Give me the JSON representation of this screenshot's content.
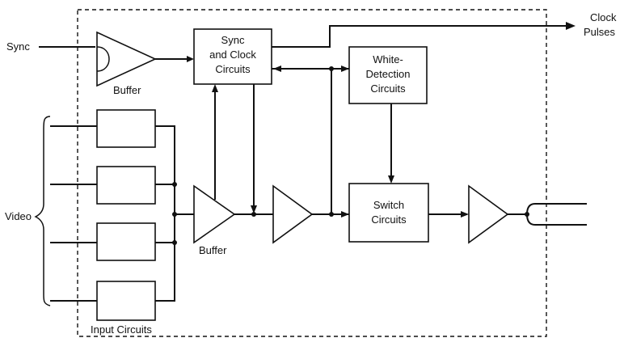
{
  "labels": {
    "sync_input": "Sync",
    "buffer_top": "Buffer",
    "sync_clock_line1": "Sync",
    "sync_clock_line2": "and Clock",
    "sync_clock_line3": "Circuits",
    "clock_line1": "Clock",
    "clock_line2": "Pulses",
    "white_line1": "White-",
    "white_line2": "Detection",
    "white_line3": "Circuits",
    "video": "Video",
    "buffer_mid": "Buffer",
    "switch_line1": "Switch",
    "switch_line2": "Circuits",
    "input_circuits": "Input Circuits"
  }
}
